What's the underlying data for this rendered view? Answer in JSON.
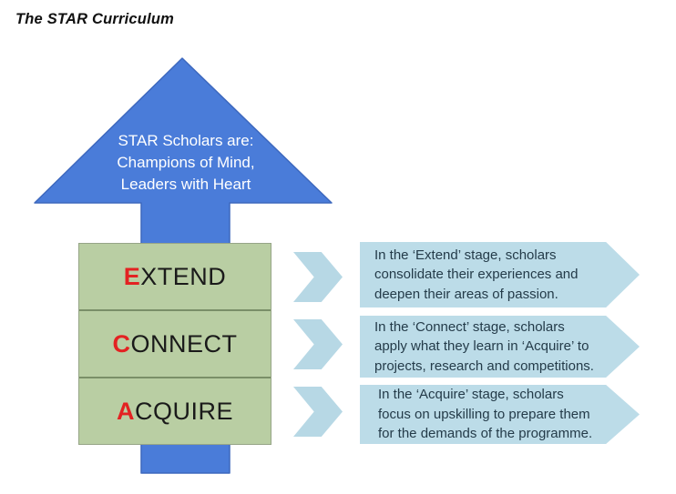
{
  "title": "The STAR Curriculum",
  "arrow_caption": {
    "line1": "STAR Scholars are:",
    "line2": "Champions of Mind,",
    "line3": "Leaders with Heart"
  },
  "stages": [
    {
      "letter": "E",
      "rest": "XTEND",
      "lines": [
        "In the ‘Extend’ stage, scholars",
        "consolidate their experiences and",
        "deepen their areas of passion."
      ]
    },
    {
      "letter": "C",
      "rest": "ONNECT",
      "lines": [
        "In the ‘Connect’ stage, scholars",
        "apply what they learn in ‘Acquire’ to",
        "projects, research and competitions."
      ]
    },
    {
      "letter": "A",
      "rest": "CQUIRE",
      "lines": [
        "In the ‘Acquire’ stage, scholars",
        "focus on upskilling to prepare them",
        "for the demands of the programme."
      ]
    }
  ],
  "colors": {
    "arrow_blue": "#4A7CD9",
    "arrow_border": "#3D68BE",
    "green_fill": "#B9CEA3",
    "green_border": "#96A587",
    "green_divider": "#7A8F68",
    "letter_red": "#E32222",
    "label_dark": "#1A1A1A",
    "pent_blue": "#BCDCE8",
    "chev_blue": "#B7D8E5",
    "desc_text": "#243B49"
  }
}
